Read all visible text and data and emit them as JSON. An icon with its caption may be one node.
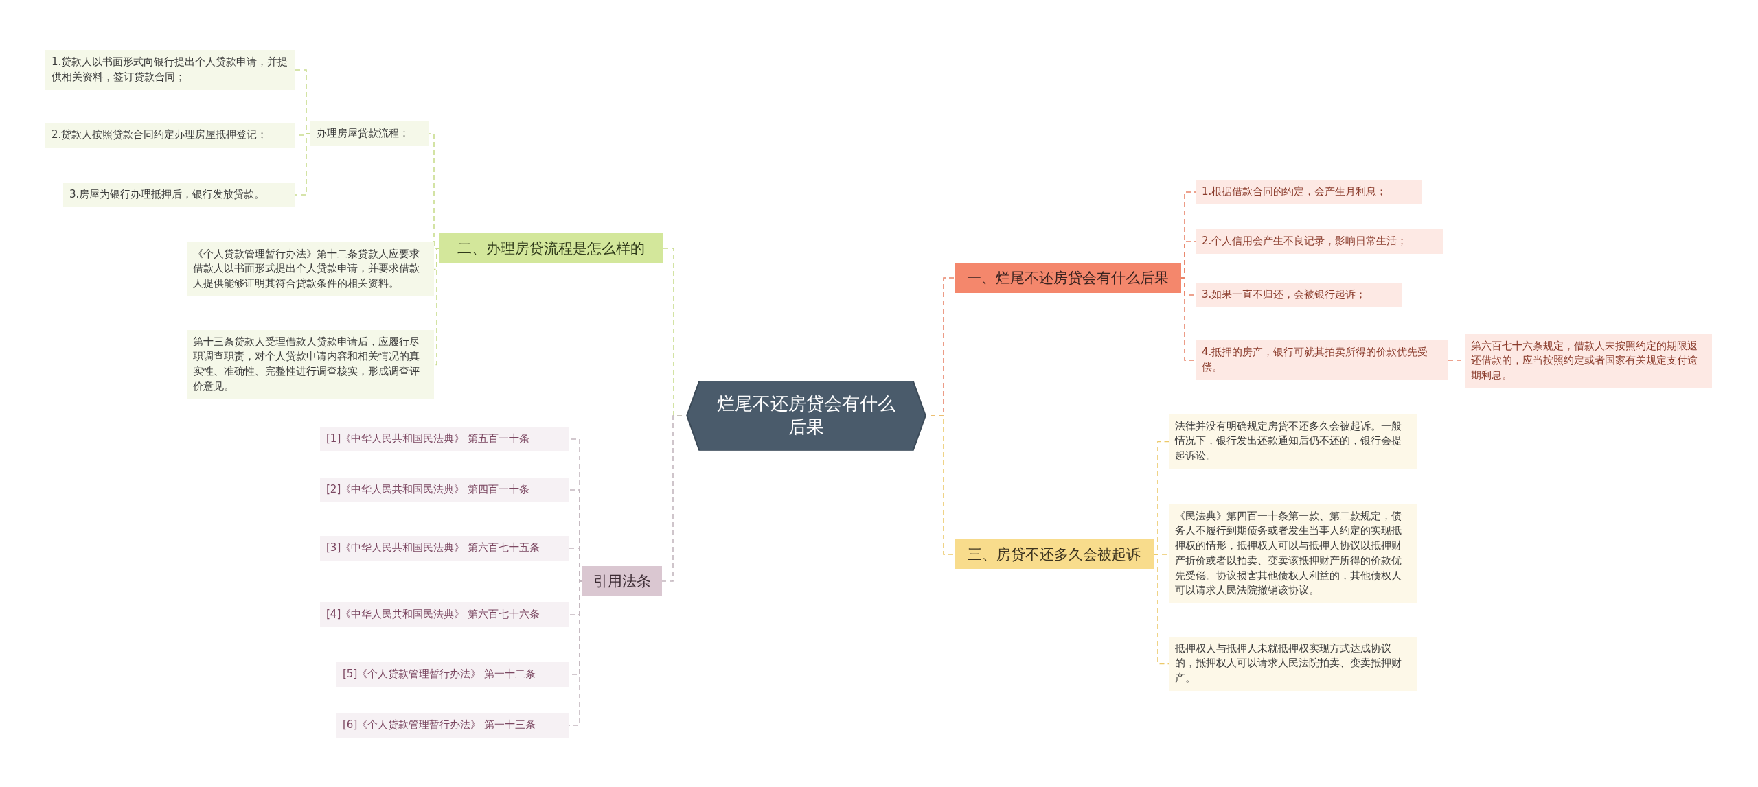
{
  "diagram": {
    "nodes": [
      {
        "text": [
          "烂尾不还房贷会有什么后果"
        ]
      },
      {
        "text": [
          "一、烂尾不还房贷会有什么后果"
        ]
      },
      {
        "text": [
          "1.根据借款合同的约定，会产生月利息；"
        ]
      },
      {
        "text": [
          "2.个人信用会产生不良记录，影响日常生活；"
        ]
      },
      {
        "text": [
          "3.如果一直不归还，会被银行起诉；"
        ]
      },
      {
        "text": [
          "4.抵押的房产，银行可就其拍卖所得的价款优先受偿。"
        ]
      },
      {
        "text": [
          "第六百七十六条规定，借款人未按照约定的期限返还借款的，应当按照约定或者国家有关规定支付逾期利息。"
        ]
      },
      {
        "text": [
          "三、房贷不还多久会被起诉"
        ]
      },
      {
        "text": [
          "法律并没有明确规定房贷不还多久会被起诉。一般情况下，银行发出还款通知后仍不还的，银行会提起诉讼。"
        ]
      },
      {
        "text": [
          "《民法典》第四百一十条第一款、第二款规定，债务人不履行到期债务或者发生当事人约定的实现抵押权的情形，抵押权人可以与抵押人协议以抵押财产折价或者以拍卖、变卖该抵押财产所得的价款优先受偿。协议损害其他债权人利益的，其他债权人可以请求人民法院撤销该协议。"
        ]
      },
      {
        "text": [
          "抵押权人与抵押人未就抵押权实现方式达成协议的，抵押权人可以请求人民法院拍卖、变卖抵押财产。"
        ]
      },
      {
        "text": [
          "二、办理房贷流程是怎么样的"
        ]
      },
      {
        "text": [
          "办理房屋贷款流程："
        ]
      },
      {
        "text": [
          "1.贷款人以书面形式向银行提出个人贷款申请，并提供相关资料，签订贷款合同；"
        ]
      },
      {
        "text": [
          "2.贷款人按照贷款合同约定办理房屋抵押登记；"
        ]
      },
      {
        "text": [
          "3.房屋为银行办理抵押后，银行发放贷款。"
        ]
      },
      {
        "text": [
          "《个人贷款管理暂行办法》第十二条贷款人应要求借款人以书面形式提出个人贷款申请，并要求借款人提供能够证明其符合贷款条件的相关资料。"
        ]
      },
      {
        "text": [
          "第十三条贷款人受理借款人贷款申请后，应履行尽职调查职责，对个人贷款申请内容和相关情况的真实性、准确性、完整性进行调查核实，形成调查评价意见。"
        ]
      },
      {
        "text": [
          "引用法条"
        ]
      },
      {
        "text": [
          "[1]《中华人民共和国民法典》 第五百一十条"
        ]
      },
      {
        "text": [
          "[2]《中华人民共和国民法典》 第四百一十条"
        ]
      },
      {
        "text": [
          "[3]《中华人民共和国民法典》 第六百七十五条"
        ]
      },
      {
        "text": [
          "[4]《中华人民共和国民法典》 第六百七十六条"
        ]
      },
      {
        "text": [
          "[5]《个人贷款管理暂行办法》 第一十二条"
        ]
      },
      {
        "text": [
          "[6]《个人贷款管理暂行办法》 第一十三条"
        ]
      }
    ],
    "edges": [
      {
        "from": 0,
        "to": 1,
        "arrow": "none",
        "style": "dashed",
        "color": "#e8846a"
      },
      {
        "from": 1,
        "to": 2,
        "arrow": "none",
        "style": "dashed",
        "color": "#e8846a"
      },
      {
        "from": 1,
        "to": 3,
        "arrow": "none",
        "style": "dashed",
        "color": "#e8846a"
      },
      {
        "from": 1,
        "to": 4,
        "arrow": "none",
        "style": "dashed",
        "color": "#e8846a"
      },
      {
        "from": 1,
        "to": 5,
        "arrow": "none",
        "style": "dashed",
        "color": "#e8846a"
      },
      {
        "from": 5,
        "to": 6,
        "arrow": "none",
        "style": "dashed",
        "color": "#e8846a"
      },
      {
        "from": 0,
        "to": 7,
        "arrow": "none",
        "style": "dashed",
        "color": "#ecc96a"
      },
      {
        "from": 7,
        "to": 8,
        "arrow": "none",
        "style": "dashed",
        "color": "#ecc96a"
      },
      {
        "from": 7,
        "to": 9,
        "arrow": "none",
        "style": "dashed",
        "color": "#ecc96a"
      },
      {
        "from": 7,
        "to": 10,
        "arrow": "none",
        "style": "dashed",
        "color": "#ecc96a"
      },
      {
        "from": 0,
        "to": 11,
        "arrow": "none",
        "style": "dashed",
        "color": "#c9dc8e"
      },
      {
        "from": 11,
        "to": 12,
        "arrow": "none",
        "style": "dashed",
        "color": "#c9dc8e"
      },
      {
        "from": 12,
        "to": 13,
        "arrow": "none",
        "style": "dashed",
        "color": "#c9dc8e"
      },
      {
        "from": 12,
        "to": 14,
        "arrow": "none",
        "style": "dashed",
        "color": "#c9dc8e"
      },
      {
        "from": 12,
        "to": 15,
        "arrow": "none",
        "style": "dashed",
        "color": "#c9dc8e"
      },
      {
        "from": 11,
        "to": 16,
        "arrow": "none",
        "style": "dashed",
        "color": "#c9dc8e"
      },
      {
        "from": 11,
        "to": 17,
        "arrow": "none",
        "style": "dashed",
        "color": "#c9dc8e"
      },
      {
        "from": 0,
        "to": 18,
        "arrow": "none",
        "style": "dashed",
        "color": "#c4b7bf"
      },
      {
        "from": 18,
        "to": 19,
        "arrow": "none",
        "style": "dashed",
        "color": "#c4b7bf"
      },
      {
        "from": 18,
        "to": 20,
        "arrow": "none",
        "style": "dashed",
        "color": "#c4b7bf"
      },
      {
        "from": 18,
        "to": 21,
        "arrow": "none",
        "style": "dashed",
        "color": "#c4b7bf"
      },
      {
        "from": 18,
        "to": 22,
        "arrow": "none",
        "style": "dashed",
        "color": "#c4b7bf"
      },
      {
        "from": 18,
        "to": 23,
        "arrow": "none",
        "style": "dashed",
        "color": "#c4b7bf"
      },
      {
        "from": 18,
        "to": 24,
        "arrow": "none",
        "style": "dashed",
        "color": "#c4b7bf"
      }
    ]
  }
}
